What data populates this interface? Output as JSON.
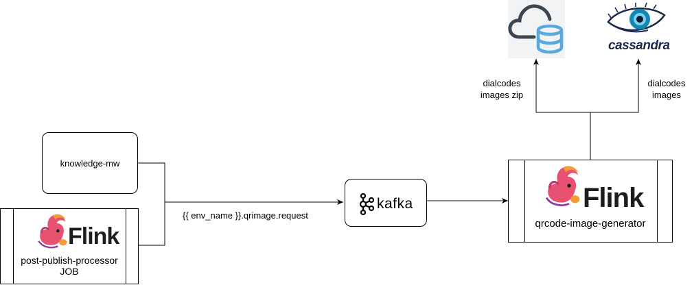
{
  "nodes": {
    "knowledge_mw": {
      "label": "knowledge-mw"
    },
    "post_publish": {
      "logo_text": "Flink",
      "label_line1": "post-publish-processor",
      "label_line2": "JOB"
    },
    "kafka": {
      "logo_text": "kafka"
    },
    "qrcode": {
      "logo_text": "Flink",
      "label": "qrcode-image-generator"
    },
    "cloud_storage": {
      "icon": "cloud-storage-icon"
    },
    "cassandra": {
      "logo_text": "cassandra",
      "icon": "cassandra-eye-icon"
    }
  },
  "edges": {
    "topic_label": "{{ env_name }}.qrimage.request",
    "zip_label_line1": "dialcodes",
    "zip_label_line2": "images zip",
    "images_label_line1": "dialcodes",
    "images_label_line2": "images"
  },
  "colors": {
    "flink_pink": "#e6526f",
    "flink_orange": "#f39c36",
    "cloud_gray": "#3c4650",
    "cloud_blue": "#5aa8e0",
    "cassandra_blue": "#1287b1"
  }
}
